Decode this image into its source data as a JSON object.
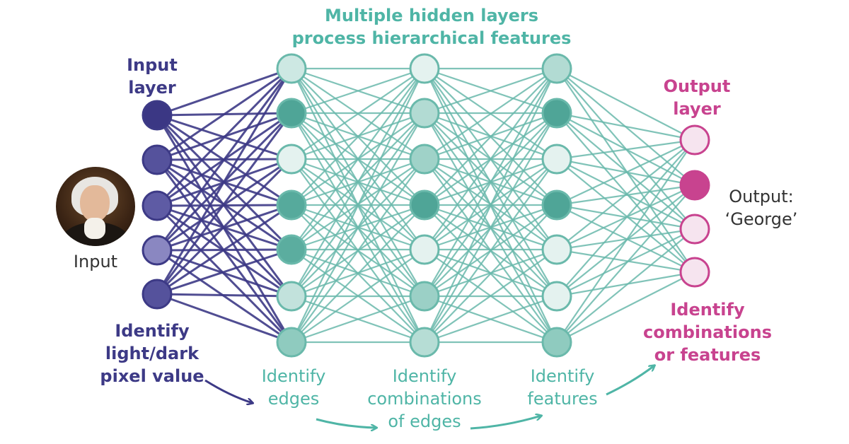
{
  "colors": {
    "teal": "#4fb5a6",
    "navy": "#3d3a86",
    "pink": "#c8438f",
    "gray": "#333333"
  },
  "header": {
    "line1": "Multiple hidden layers",
    "line2": "process hierarchical features"
  },
  "input_layer": {
    "title_line1": "Input",
    "title_line2": "layer",
    "caption_line1": "Identify",
    "caption_line2": "light/dark",
    "caption_line3": "pixel value"
  },
  "input": {
    "label": "Input",
    "image_icon": "portrait-icon"
  },
  "hidden": {
    "edges_line1": "Identify",
    "edges_line2": "edges",
    "combos_line1": "Identify",
    "combos_line2": "combinations",
    "combos_line3": "of edges",
    "features_line1": "Identify",
    "features_line2": "features"
  },
  "output_layer": {
    "title_line1": "Output",
    "title_line2": "layer",
    "caption_line1": "Identify",
    "caption_line2": "combinations",
    "caption_line3": "or features",
    "result_line1": "Output:",
    "result_line2": "‘George’"
  }
}
